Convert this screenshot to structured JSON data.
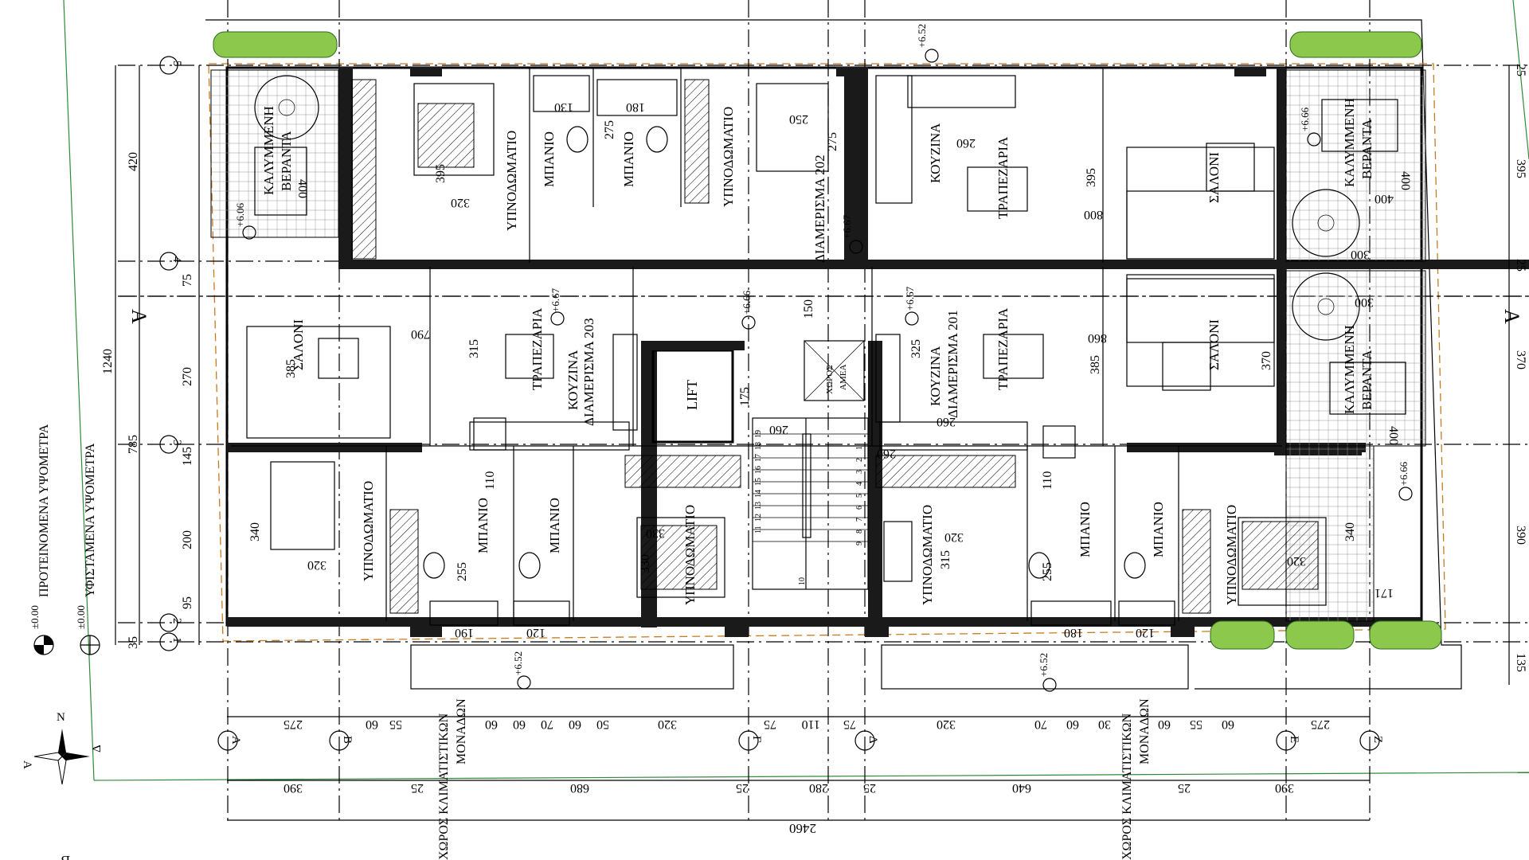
{
  "rooms": {
    "bedroom": "ΥΠΝΟΔΩΜΑΤΙΟ",
    "bath": "ΜΠΑΝΙΟ",
    "kitchen": "ΚΟΥΖΙΝΑ",
    "dining": "ΤΡΑΠΕΖΑΡΙΑ",
    "living": "ΣΑΛΟΝΙ",
    "veranda_a": "ΚΑΛΥΜΜΕΝΗ",
    "veranda_b": "ΒΕΡΑΝΤΑ",
    "apt201": "ΔΙΑΜΕΡΙΣΜΑ 201",
    "apt202": "ΔΙΑΜΕΡΙΣΜΑ 202",
    "apt203": "ΔΙΑΜΕΡΙΣΜΑ 203",
    "lift": "LIFT",
    "accessible_a": "ΧΩΡΟΣ",
    "accessible_b": "ΑΜΕΑ",
    "ac_units_a": "ΧΩΡΟΣ ΚΛΙΜΑΤΙΣΤΙΚΩΝ",
    "ac_units_b": "ΜΟΝΑΔΩΝ"
  },
  "legend": {
    "proposed": "ΠΡΟΤΕΙΝΟΜΕΝΑ ΥΨΟΜΕΤΡΑ",
    "existing": "ΥΦΙΣΤΑΜΕΝΑ ΥΨΟΜΕΤΡΑ",
    "zero1": "±0.00",
    "zero2": "±0.00"
  },
  "compass": {
    "n": "N",
    "s": "B",
    "w": "A",
    "e": "Δ"
  },
  "section": "A",
  "elevations": {
    "e652": "+6.52",
    "e666": "+6.66",
    "e667": "+6.67",
    "e606": "+6.06"
  },
  "grid_rows": [
    "5",
    "4",
    "3",
    "2",
    "1"
  ],
  "grid_cols": [
    "A",
    "B",
    "Γ",
    "Δ",
    "E",
    "Z"
  ],
  "dims": {
    "left_vert": [
      "420",
      "75",
      "270",
      "145",
      "200",
      "95",
      "35"
    ],
    "left_sub": [
      "1240",
      "785"
    ],
    "right_vert": [
      "25",
      "395",
      "25",
      "370",
      "390",
      "135"
    ],
    "bottom_row1": [
      "275",
      "60",
      "55",
      "60",
      "60",
      "70",
      "60",
      "50",
      "320",
      "75",
      "110",
      "75",
      "320",
      "70",
      "60",
      "30",
      "60",
      "55",
      "60",
      "275"
    ],
    "bottom_row2": [
      "390",
      "25",
      "680",
      "25",
      "280",
      "25",
      "640",
      "25",
      "390"
    ],
    "total": "2460",
    "rooms": [
      "395",
      "320",
      "130",
      "180",
      "275",
      "250",
      "275",
      "260",
      "395",
      "800",
      "400",
      "300",
      "400",
      "790",
      "385",
      "315",
      "325",
      "860",
      "385",
      "370",
      "300",
      "150",
      "175",
      "260",
      "260",
      "110",
      "110",
      "340",
      "320",
      "255",
      "190",
      "120",
      "330",
      "330",
      "315",
      "320",
      "255",
      "180",
      "120",
      "340",
      "320",
      "171",
      "400",
      "260",
      "400"
    ],
    "stair_steps": [
      "1",
      "2",
      "3",
      "4",
      "5",
      "6",
      "7",
      "8",
      "9",
      "10",
      "11",
      "12",
      "13",
      "14",
      "15",
      "16",
      "17",
      "18",
      "19"
    ]
  }
}
